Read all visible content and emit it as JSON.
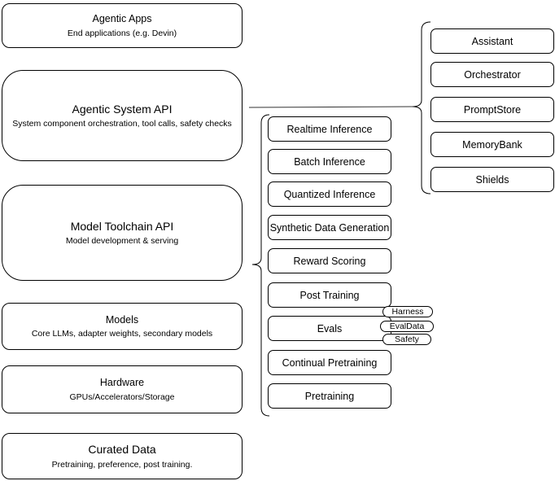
{
  "diagram": {
    "left_stack": [
      {
        "title": "Agentic Apps",
        "subtitle": "End applications (e.g. Devin)"
      },
      {
        "title": "Agentic System API",
        "subtitle": "System component orchestration, tool calls, safety checks"
      },
      {
        "title": "Model Toolchain API",
        "subtitle": "Model development & serving"
      },
      {
        "title": "Models",
        "subtitle": "Core LLMs, adapter weights, secondary models"
      },
      {
        "title": "Hardware",
        "subtitle": "GPUs/Accelerators/Storage"
      },
      {
        "title": "Curated Data",
        "subtitle": "Pretraining, preference, post training."
      }
    ],
    "toolchain_items": [
      {
        "label": "Realtime Inference"
      },
      {
        "label": "Batch Inference"
      },
      {
        "label": "Quantized Inference"
      },
      {
        "label": "Synthetic Data Generation"
      },
      {
        "label": "Reward Scoring"
      },
      {
        "label": "Post Training"
      },
      {
        "label": "Evals"
      },
      {
        "label": "Continual Pretraining"
      },
      {
        "label": "Pretraining"
      }
    ],
    "evals_pills": [
      {
        "label": "Harness"
      },
      {
        "label": "EvalData"
      },
      {
        "label": "Safety"
      }
    ],
    "system_components": [
      {
        "label": "Assistant"
      },
      {
        "label": "Orchestrator"
      },
      {
        "label": "PromptStore"
      },
      {
        "label": "MemoryBank"
      },
      {
        "label": "Shields"
      }
    ],
    "colors": {
      "stroke": "#000000",
      "connector": "#333333",
      "background": "#ffffff",
      "text": "#000000"
    }
  }
}
